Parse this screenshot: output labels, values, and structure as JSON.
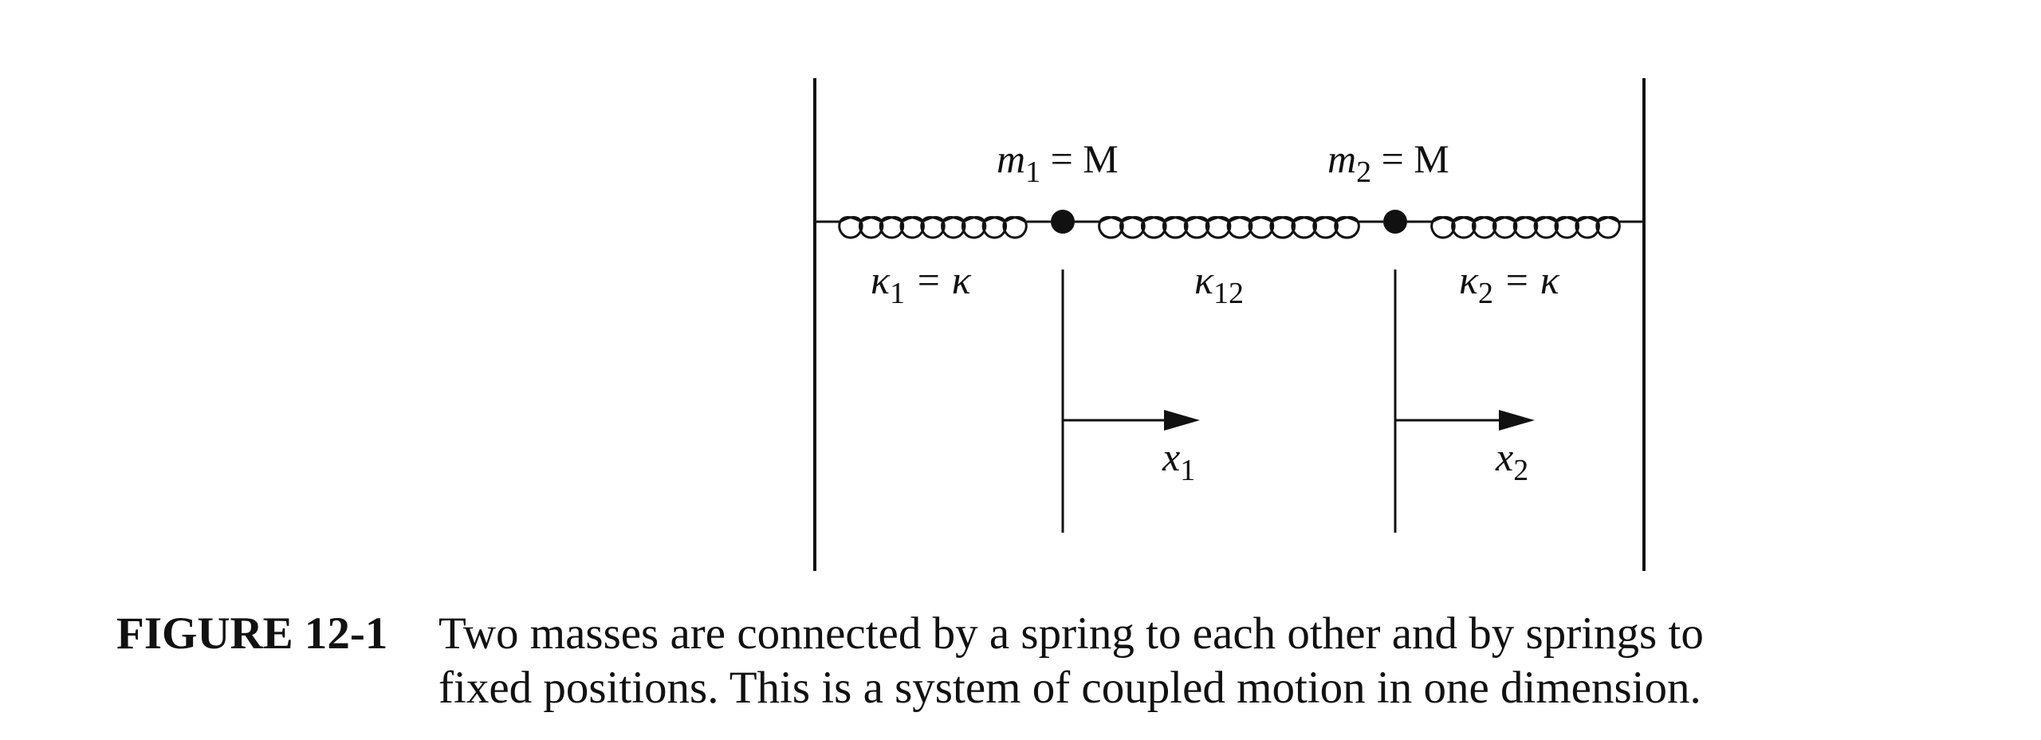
{
  "figure": {
    "mass_1": {
      "symbol": "m",
      "subscript": "1",
      "rest": " = M"
    },
    "mass_2": {
      "symbol": "m",
      "subscript": "2",
      "rest": " = M"
    },
    "spring_1": {
      "symbol": "κ",
      "subscript": "1",
      "rest": " = κ"
    },
    "spring_12": {
      "symbol": "κ",
      "subscript": "12",
      "rest": ""
    },
    "spring_2": {
      "symbol": "κ",
      "subscript": "2",
      "rest": " = κ"
    },
    "displacement_1": {
      "symbol": "x",
      "subscript": "1"
    },
    "displacement_2": {
      "symbol": "x",
      "subscript": "2"
    }
  },
  "caption": {
    "label": "FIGURE 12-1",
    "line_1": "Two masses are connected by a spring to each other and by springs to",
    "line_2": "fixed positions. This is a system of coupled motion in one dimension."
  }
}
